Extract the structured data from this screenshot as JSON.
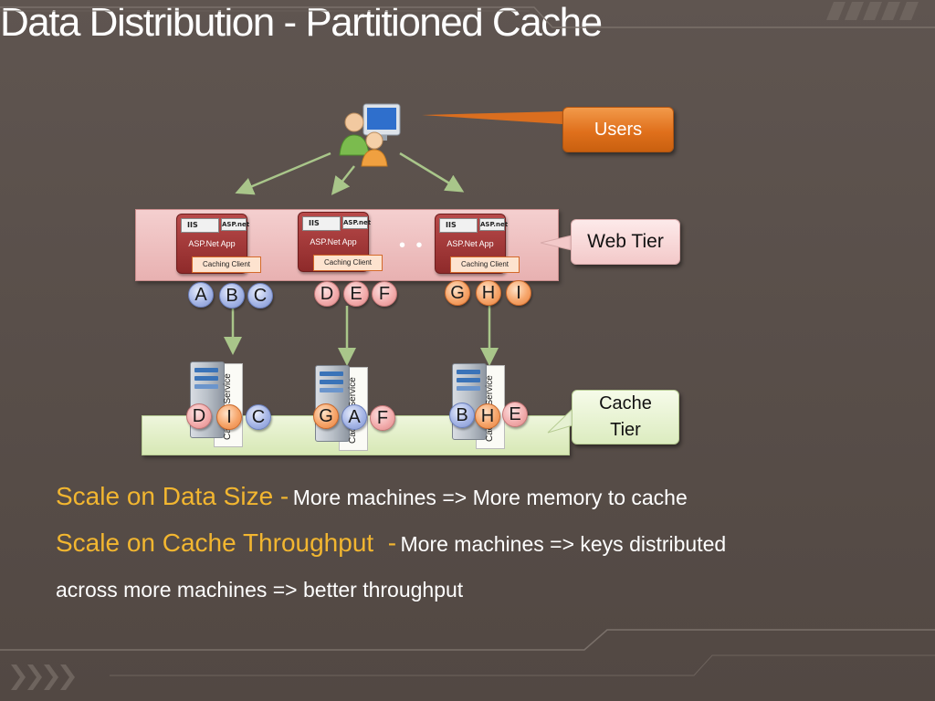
{
  "title": "Data Distribution - Partitioned Cache",
  "callouts": {
    "users": "Users",
    "web_tier": "Web Tier",
    "cache_tier_line1": "Cache",
    "cache_tier_line2": "Tier"
  },
  "web_servers": [
    {
      "logo_iis": "IIS",
      "logo_asp": "ASP.net",
      "app": "ASP.Net App",
      "client": "Caching Client"
    },
    {
      "logo_iis": "IIS",
      "logo_asp": "ASP.net",
      "app": "ASP.Net App",
      "client": "Caching Client"
    },
    {
      "logo_iis": "IIS",
      "logo_asp": "ASP.net",
      "app": "ASP.Net App",
      "client": "Caching Client"
    }
  ],
  "ellipsis": "• •",
  "web_keys": [
    [
      "A",
      "B",
      "C"
    ],
    [
      "D",
      "E",
      "F"
    ],
    [
      "G",
      "H",
      "I"
    ]
  ],
  "cache_servers": [
    {
      "label": "Caching Service",
      "keys": [
        "D",
        "I",
        "C"
      ]
    },
    {
      "label": "Caching Service",
      "keys": [
        "G",
        "A",
        "F"
      ]
    },
    {
      "label": "Caching Service",
      "keys": [
        "B",
        "H",
        "E"
      ]
    }
  ],
  "captions": {
    "line1_highlight": "Scale on Data Size -",
    "line1_text": "More machines => More memory to cache",
    "line2_highlight": "Scale on Cache Throughput  -",
    "line2_text": "More machines => keys distributed",
    "line3_text": "across more machines => better throughput"
  },
  "colors": {
    "background": "#5b514c",
    "highlight": "#f2b630",
    "users_callout": "#e0701c",
    "web_tier": "#e8b1b1",
    "cache_tier": "#d7e8b5",
    "arrow": "#a9c68a"
  },
  "icons": [
    "users-icon",
    "server-icon"
  ]
}
